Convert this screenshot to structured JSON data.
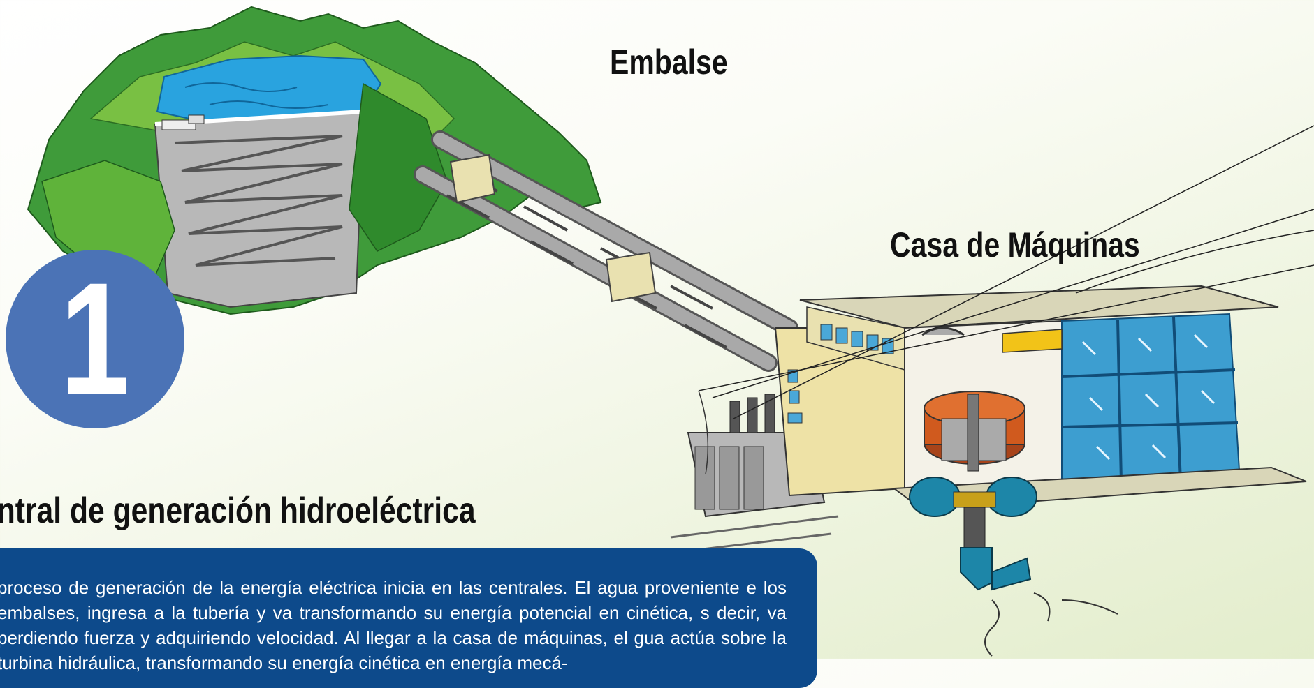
{
  "labels": {
    "reservoir": "Embalse",
    "powerhouse": "Casa de Máquinas"
  },
  "number": "1",
  "title": "entral de generación hidroeléctrica",
  "description": "proceso de generación de la energía eléctrica inicia en las centrales. El agua proveniente e los embalses, ingresa a la tubería y va transformando su energía potencial en cinética, s decir, va perdiendo fuerza y adquiriendo velocidad. Al llegar a la casa de máquinas, el gua actúa sobre la turbina hidráulica, transformando su energía cinética en energía mecá-",
  "colors": {
    "badge": "#4b73b6",
    "text_box": "#0d4a8b",
    "water": "#29a3df",
    "mountain": "#3f9b3a",
    "generator": "#d05a1e",
    "turbine": "#1d86a8",
    "glass": "#3d9ed0"
  },
  "icons": [
    "reservoir-illustration",
    "penstock-pipes",
    "powerhouse-illustration",
    "transformer-illustration",
    "generator-illustration",
    "turbine-illustration"
  ]
}
